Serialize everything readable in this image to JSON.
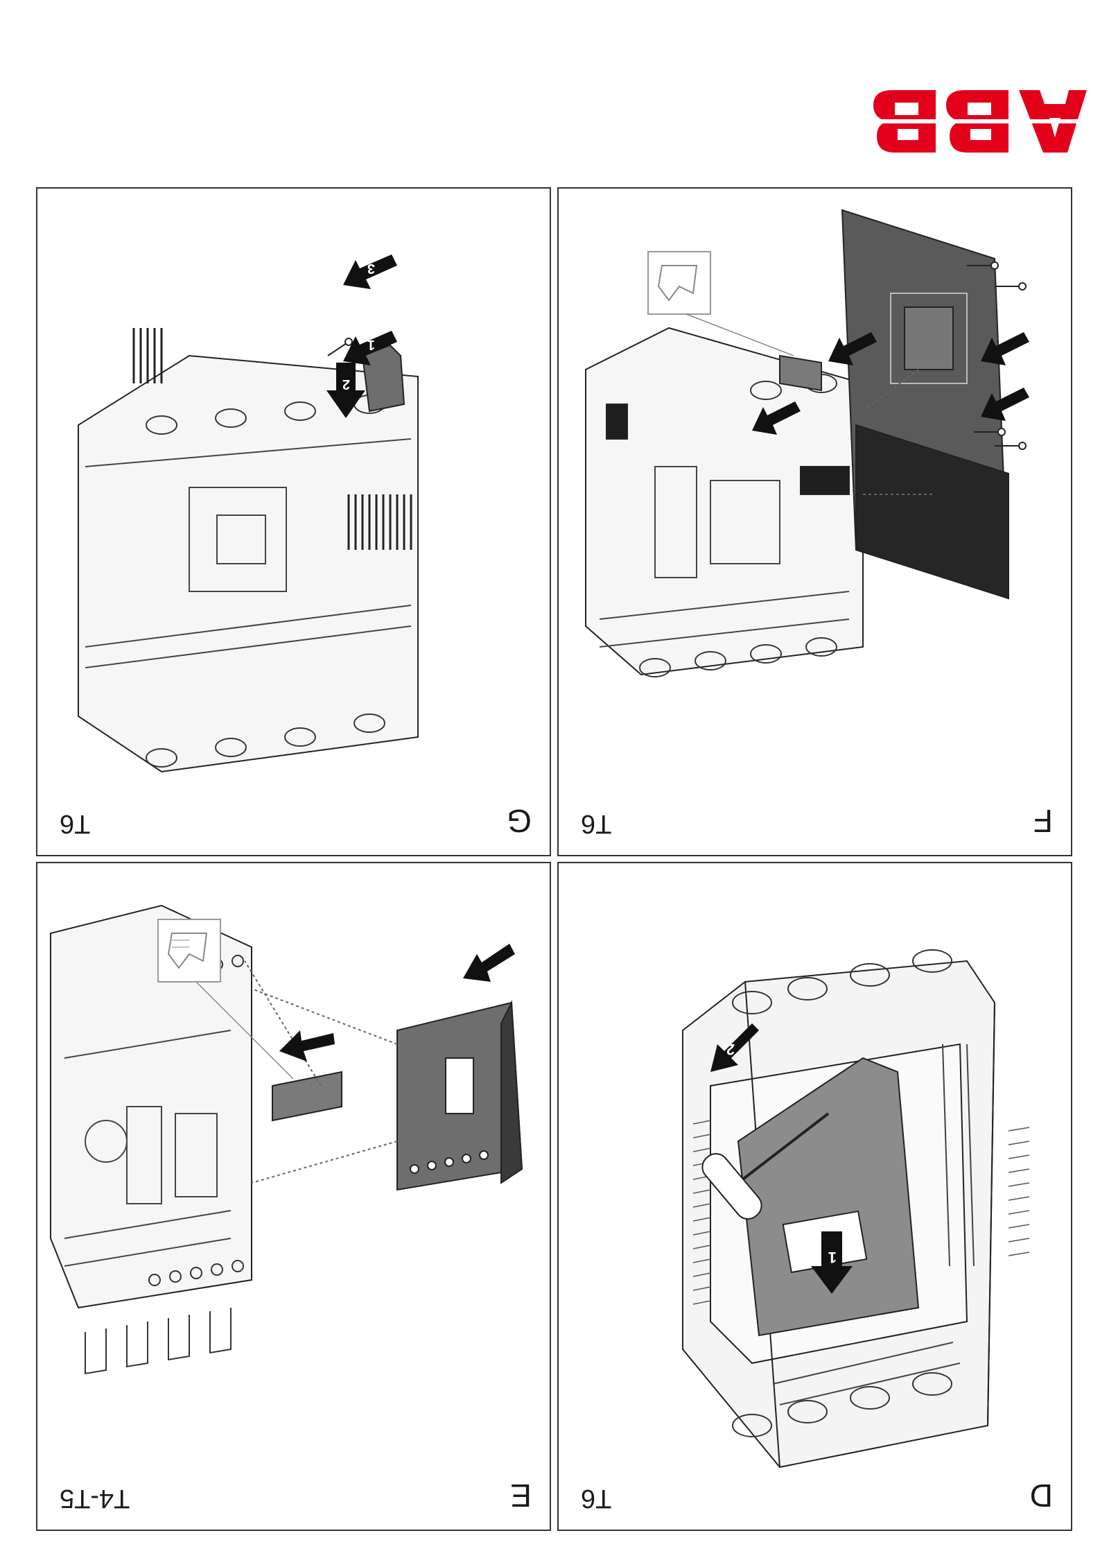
{
  "brand": {
    "logo_text": "ABB",
    "logo_color": "#e3001b"
  },
  "panels": [
    {
      "id": "D",
      "letter": "D",
      "model": "T6",
      "steps": [
        "1",
        "2"
      ]
    },
    {
      "id": "E",
      "letter": "E",
      "model": "T4-T5",
      "steps": []
    },
    {
      "id": "F",
      "letter": "F",
      "model": "T6",
      "steps": []
    },
    {
      "id": "G",
      "letter": "G",
      "model": "T6",
      "steps": [
        "1",
        "2",
        "3"
      ]
    }
  ],
  "icon_names": [
    "glove-hand-icon",
    "step-arrow-icon",
    "screw-icon",
    "screwdriver-icon",
    "circuit-breaker-illustration"
  ]
}
